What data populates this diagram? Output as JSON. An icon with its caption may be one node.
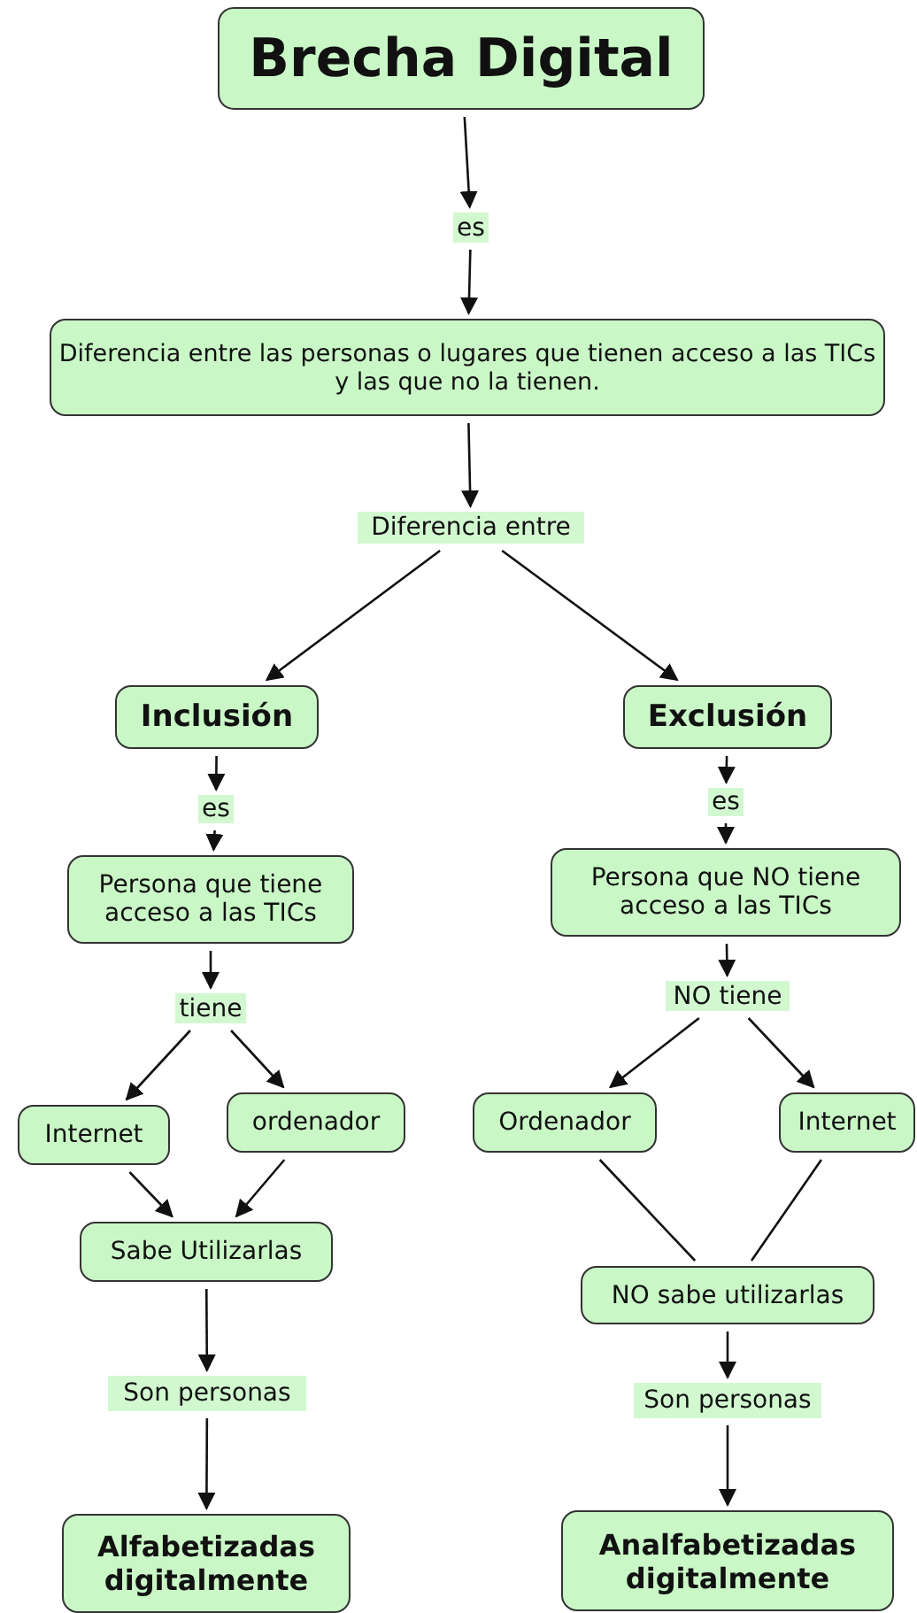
{
  "diagram": {
    "nodes": [
      {
        "text": [
          "Brecha Digital"
        ]
      },
      {
        "text": [
          "es"
        ]
      },
      {
        "text": [
          "Diferencia entre las personas o lugares que tienen acceso a las TICs y las que no la tienen."
        ]
      },
      {
        "text": [
          "Diferencia entre"
        ]
      },
      {
        "text": [
          "Inclusión"
        ]
      },
      {
        "text": [
          "Exclusión"
        ]
      },
      {
        "text": [
          "es"
        ]
      },
      {
        "text": [
          "es"
        ]
      },
      {
        "text": [
          "Persona que tiene acceso a las TICs"
        ]
      },
      {
        "text": [
          "Persona que NO tiene acceso a las TICs"
        ]
      },
      {
        "text": [
          "tiene"
        ]
      },
      {
        "text": [
          "NO tiene"
        ]
      },
      {
        "text": [
          "Internet"
        ]
      },
      {
        "text": [
          "ordenador"
        ]
      },
      {
        "text": [
          "Ordenador"
        ]
      },
      {
        "text": [
          "Internet"
        ]
      },
      {
        "text": [
          "Sabe Utilizarlas"
        ]
      },
      {
        "text": [
          "NO sabe utilizarlas"
        ]
      },
      {
        "text": [
          "Son personas"
        ]
      },
      {
        "text": [
          "Son personas"
        ]
      },
      {
        "text": [
          "Alfabetizadas digitalmente"
        ]
      },
      {
        "text": [
          "Analfabetizadas digitalmente"
        ]
      }
    ],
    "edges": [
      {
        "from": 0,
        "to": 1,
        "arrow": "to"
      },
      {
        "from": 1,
        "to": 2,
        "arrow": "to"
      },
      {
        "from": 2,
        "to": 3,
        "arrow": "to"
      },
      {
        "from": 3,
        "to": 4,
        "arrow": "to"
      },
      {
        "from": 3,
        "to": 5,
        "arrow": "to"
      },
      {
        "from": 4,
        "to": 6,
        "arrow": "to"
      },
      {
        "from": 6,
        "to": 8,
        "arrow": "to"
      },
      {
        "from": 5,
        "to": 7,
        "arrow": "to"
      },
      {
        "from": 7,
        "to": 9,
        "arrow": "to"
      },
      {
        "from": 8,
        "to": 10,
        "arrow": "to"
      },
      {
        "from": 9,
        "to": 11,
        "arrow": "to"
      },
      {
        "from": 10,
        "to": 12,
        "arrow": "to"
      },
      {
        "from": 10,
        "to": 13,
        "arrow": "to"
      },
      {
        "from": 11,
        "to": 14,
        "arrow": "to"
      },
      {
        "from": 11,
        "to": 15,
        "arrow": "to"
      },
      {
        "from": 12,
        "to": 16,
        "arrow": "to"
      },
      {
        "from": 13,
        "to": 16,
        "arrow": "to"
      },
      {
        "from": 14,
        "to": 17,
        "arrow": "none"
      },
      {
        "from": 15,
        "to": 17,
        "arrow": "none"
      },
      {
        "from": 16,
        "to": 18,
        "arrow": "to"
      },
      {
        "from": 18,
        "to": 20,
        "arrow": "to"
      },
      {
        "from": 17,
        "to": 19,
        "arrow": "to"
      },
      {
        "from": 19,
        "to": 21,
        "arrow": "to"
      }
    ]
  }
}
